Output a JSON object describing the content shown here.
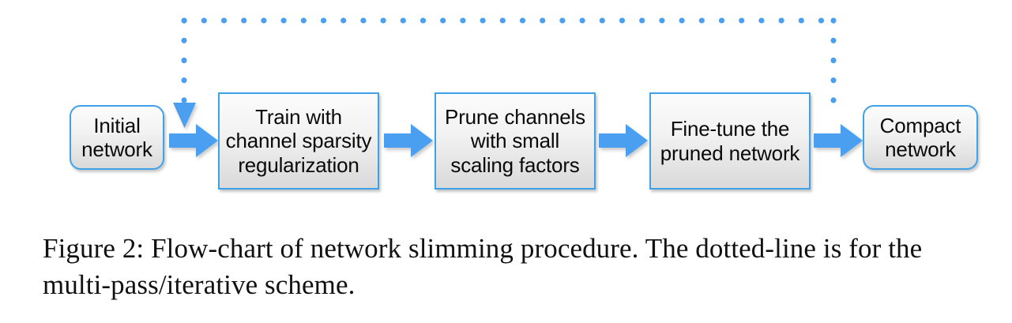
{
  "figure": {
    "caption": "Figure 2: Flow-chart of network slimming procedure. The dotted-line is for the multi-pass/iterative scheme.",
    "colors": {
      "accent_blue": "#3fa2e8",
      "arrow_blue": "#4a9ff0",
      "dot_blue": "#4a9ff0",
      "node_fill_top": "#fcfcfc",
      "node_fill_bottom": "#d9d9d9",
      "text": "#0a0a0a",
      "background": "#ffffff"
    },
    "diagram": {
      "type": "flow-chart",
      "nodes": [
        {
          "id": "initial-network",
          "label": "Initial\nnetwork",
          "shape": "rounded-rectangle"
        },
        {
          "id": "train-sparsity",
          "label": "Train with\nchannel sparsity\nregularization",
          "shape": "rectangle"
        },
        {
          "id": "prune-channels",
          "label": "Prune channels\nwith small\nscaling factors",
          "shape": "rectangle"
        },
        {
          "id": "fine-tune",
          "label": "Fine-tune the\npruned network",
          "shape": "rectangle"
        },
        {
          "id": "compact-network",
          "label": "Compact\nnetwork",
          "shape": "rounded-rectangle"
        }
      ],
      "edges": [
        {
          "from": "initial-network",
          "to": "train-sparsity",
          "style": "solid-block-arrow"
        },
        {
          "from": "train-sparsity",
          "to": "prune-channels",
          "style": "solid-block-arrow"
        },
        {
          "from": "prune-channels",
          "to": "fine-tune",
          "style": "solid-block-arrow"
        },
        {
          "from": "fine-tune",
          "to": "compact-network",
          "style": "solid-block-arrow"
        },
        {
          "from": "fine-tune",
          "to": "train-sparsity",
          "style": "dotted-feedback-arrow",
          "note": "multi-pass/iterative scheme"
        }
      ]
    }
  }
}
